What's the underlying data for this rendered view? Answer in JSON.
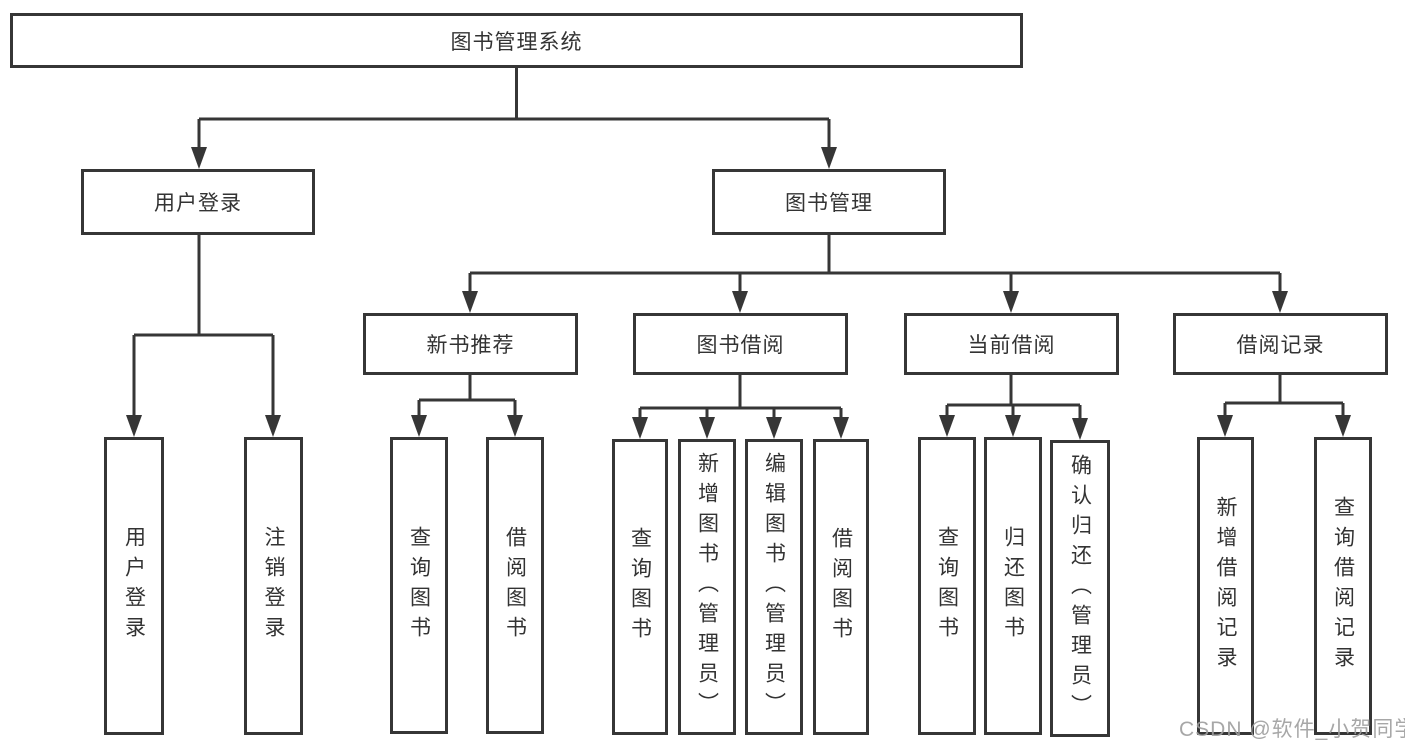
{
  "diagram": {
    "root": {
      "label": "图书管理系统"
    },
    "level2": [
      {
        "label": "用户登录"
      },
      {
        "label": "图书管理"
      }
    ],
    "level3": [
      {
        "label": "新书推荐"
      },
      {
        "label": "图书借阅"
      },
      {
        "label": "当前借阅"
      },
      {
        "label": "借阅记录"
      }
    ],
    "leaves": {
      "user_login": [
        "用户登录",
        "注销登录"
      ],
      "new_book_recommend": [
        "查询图书",
        "借阅图书"
      ],
      "book_borrow": [
        "查询图书",
        "新增图书（管理员）",
        "编辑图书（管理员）",
        "借阅图书"
      ],
      "current_borrow": [
        "查询图书",
        "归还图书",
        "确认归还（管理员）"
      ],
      "borrow_record": [
        "新增借阅记录",
        "查询借阅记录"
      ]
    }
  },
  "watermark": {
    "text": "CSDN @软件_小贺同学"
  },
  "colors": {
    "line": "#363636",
    "box_background": "#ffffff",
    "text": "#333333",
    "watermark": "#9e9e9e"
  }
}
